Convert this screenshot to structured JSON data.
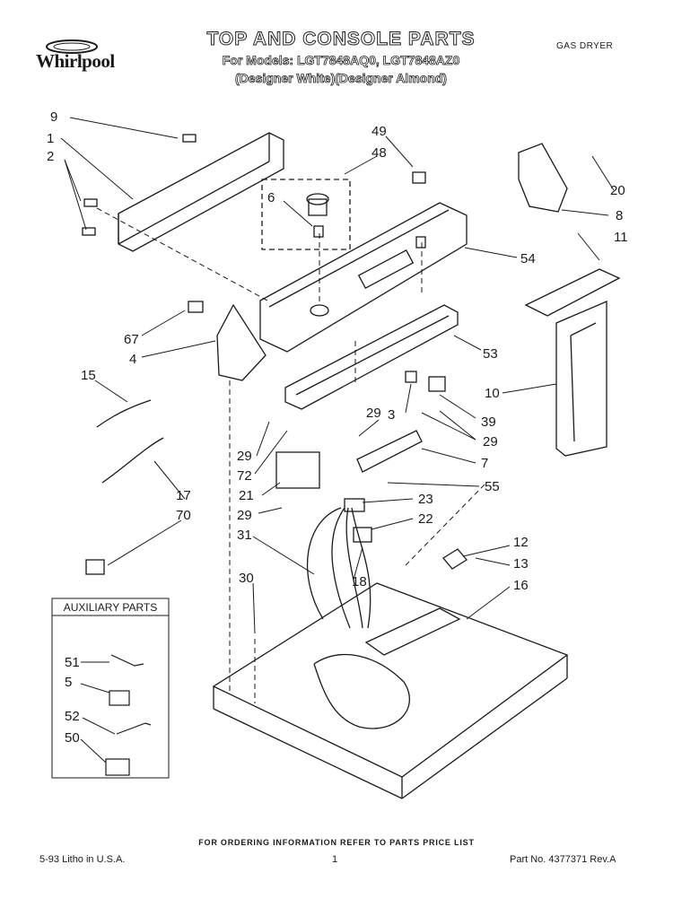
{
  "header": {
    "brand": "Whirlpool",
    "title": "TOP AND CONSOLE PARTS",
    "models": "For Models: LGT7848AQ0, LGT7848AZ0",
    "variants": "(Designer White)(Designer Almond)",
    "product_type": "GAS DRYER"
  },
  "callouts": [
    "9",
    "1",
    "2",
    "49",
    "48",
    "6",
    "20",
    "8",
    "11",
    "54",
    "67",
    "4",
    "15",
    "53",
    "10",
    "3",
    "39",
    "29",
    "29",
    "29",
    "72",
    "7",
    "21",
    "55",
    "23",
    "29",
    "22",
    "17",
    "70",
    "31",
    "12",
    "13",
    "16",
    "18",
    "30"
  ],
  "auxiliary": {
    "title": "AUXILIARY PARTS",
    "callouts": [
      "51",
      "5",
      "52",
      "50"
    ]
  },
  "footer": {
    "ordering_note": "FOR ORDERING INFORMATION REFER TO PARTS PRICE LIST",
    "print_info": "5-93 Litho in U.S.A.",
    "page_number": "1",
    "part_number": "Part No. 4377371 Rev.A"
  },
  "colors": {
    "ink": "#1a1a1a",
    "paper": "#ffffff"
  }
}
